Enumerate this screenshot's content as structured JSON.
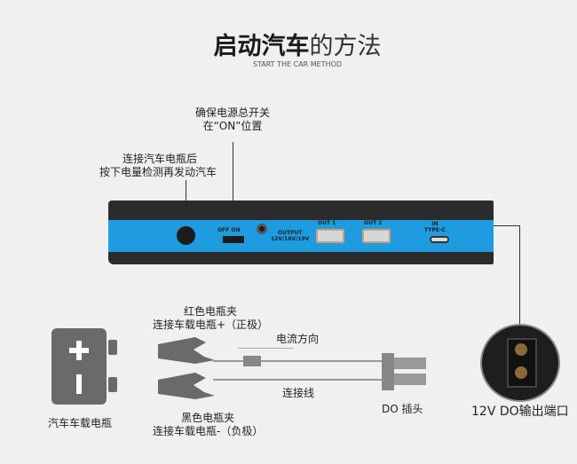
{
  "title": {
    "bold": "启动汽车",
    "light": "的方法",
    "subtitle": "START THE CAR METHOD"
  },
  "annotations": {
    "switch": [
      "确保电源总开关",
      "在“ON”位置"
    ],
    "button": [
      "连接汽车电瓶后",
      "按下电量检测再发动汽车"
    ]
  },
  "device": {
    "switch_label": "OFF  ON",
    "output_label": [
      "OUTPUT",
      "12V/16V/19V"
    ],
    "out1": "OUT 1",
    "out2": "OUT 2",
    "typec": [
      "IN",
      "TYPE-C"
    ],
    "accent": "#1f9be0"
  },
  "battery": {
    "label": "汽车车载电瓶"
  },
  "clamps": {
    "red": [
      "红色电瓶夹",
      "连接车载电瓶+（正极）"
    ],
    "black": [
      "黑色电瓶夹",
      "连接车载电瓶-（负极）"
    ]
  },
  "cable": {
    "current_direction": "电流方向",
    "cable_label": "连接线",
    "plug_label": "DO 插头"
  },
  "port": {
    "label": "12V DO输出端口"
  }
}
